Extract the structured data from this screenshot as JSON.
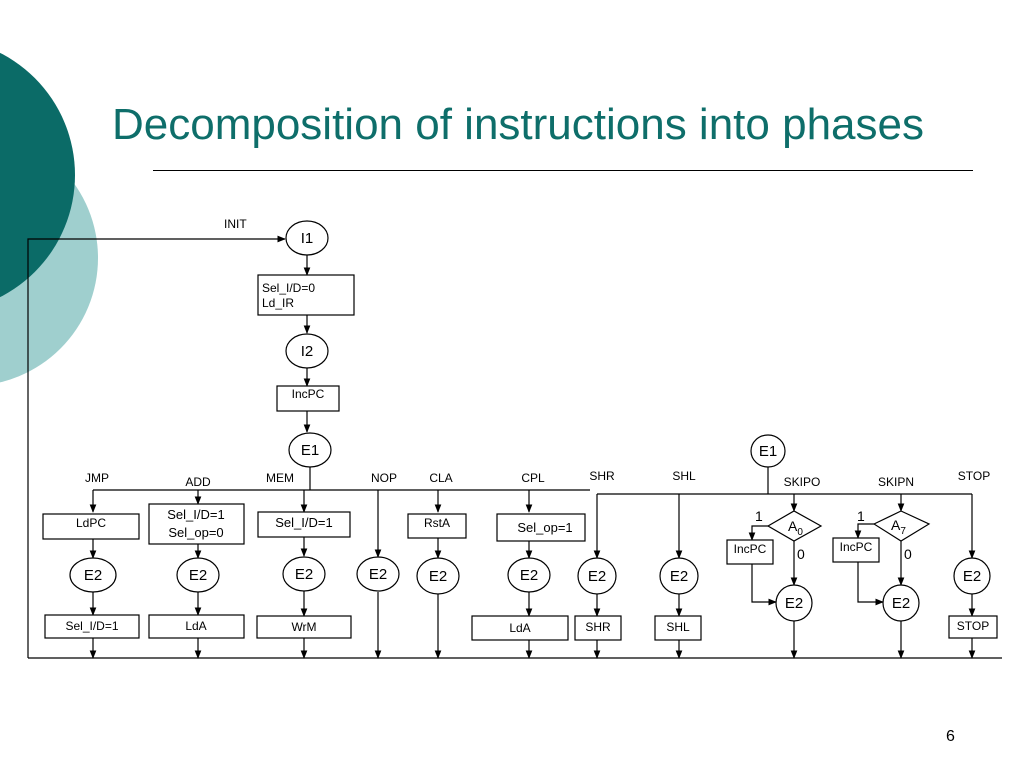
{
  "slide": {
    "title": "Decomposition of instructions into phases",
    "page_number": "6",
    "colors": {
      "title": "#0e6e6a",
      "circle_dark": "#0b6b67",
      "circle_light": "#9fcfce"
    }
  },
  "diagram": {
    "init_label": "INIT",
    "states": {
      "i1": "I1",
      "i2": "I2",
      "e1_main": "E1",
      "e1_skip": "E1",
      "e2_jmp": "E2",
      "e2_add": "E2",
      "e2_mem": "E2",
      "e2_nop": "E2",
      "e2_cla": "E2",
      "e2_cpl": "E2",
      "e2_shr": "E2",
      "e2_shl": "E2",
      "e2_skipo": "E2",
      "e2_skipn": "E2",
      "e2_stop": "E2"
    },
    "fetch_boxes": {
      "sel_ld": [
        "Sel_I/D=0",
        "Ld_IR"
      ],
      "incpc": "IncPC"
    },
    "instructions": {
      "jmp": "JMP",
      "add": "ADD",
      "mem": "MEM",
      "nop": "NOP",
      "cla": "CLA",
      "cpl": "CPL",
      "shr": "SHR",
      "shl": "SHL",
      "skipo": "SKIPO",
      "skipn": "SKIPN",
      "stop": "STOP"
    },
    "phase1_boxes": {
      "jmp": "LdPC",
      "add": [
        "Sel_I/D=1",
        "Sel_op=0"
      ],
      "mem": "Sel_I/D=1",
      "cla": "RstA",
      "cpl": "Sel_op=1",
      "skipo": "IncPC",
      "skipn": "IncPC"
    },
    "phase2_boxes": {
      "jmp": "Sel_I/D=1",
      "add": "LdA",
      "mem": "WrM",
      "cpl": "LdA",
      "shr": "SHR",
      "shl": "SHL",
      "stop": "STOP"
    },
    "decisions": {
      "skipo": {
        "var": "A",
        "sub": "0",
        "true_label": "1",
        "false_label": "0"
      },
      "skipn": {
        "var": "A",
        "sub": "7",
        "true_label": "1",
        "false_label": "0"
      }
    }
  }
}
